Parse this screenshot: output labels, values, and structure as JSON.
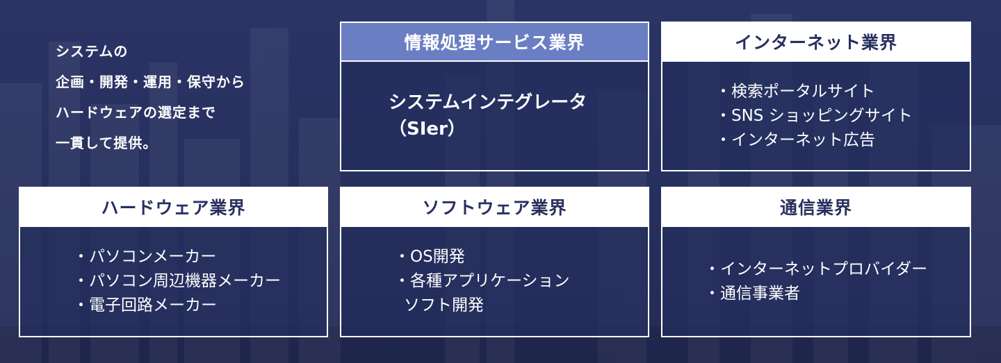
{
  "intro": {
    "lines": [
      "システムの",
      "企画・開発・運用・保守から",
      "ハードウェアの選定まで",
      "一貫して提供。"
    ]
  },
  "cards": {
    "info": {
      "title": "情報処理サービス業界",
      "lines": [
        "システムインテグレータ",
        "（SIer）"
      ]
    },
    "internet": {
      "title": "インターネット業界",
      "items": [
        "・検索ポータルサイト",
        "・SNS ショッピングサイト",
        "・インターネット広告"
      ]
    },
    "hardware": {
      "title": "ハードウェア業界",
      "items": [
        "・パソコンメーカー",
        "・パソコン周辺機器メーカー",
        "・電子回路メーカー"
      ]
    },
    "software": {
      "title": "ソフトウェア業界",
      "items": [
        "・OS開発",
        "・各種アプリケーション",
        "ソフト開発"
      ]
    },
    "telecom": {
      "title": "通信業界",
      "items": [
        "・インターネットプロバイダー",
        "・通信事業者"
      ]
    }
  },
  "colors": {
    "background": "#27305e",
    "header_accent": "#6a7fc3",
    "header_default": "#ffffff",
    "text_dark": "#27305e",
    "text_light": "#ffffff"
  }
}
